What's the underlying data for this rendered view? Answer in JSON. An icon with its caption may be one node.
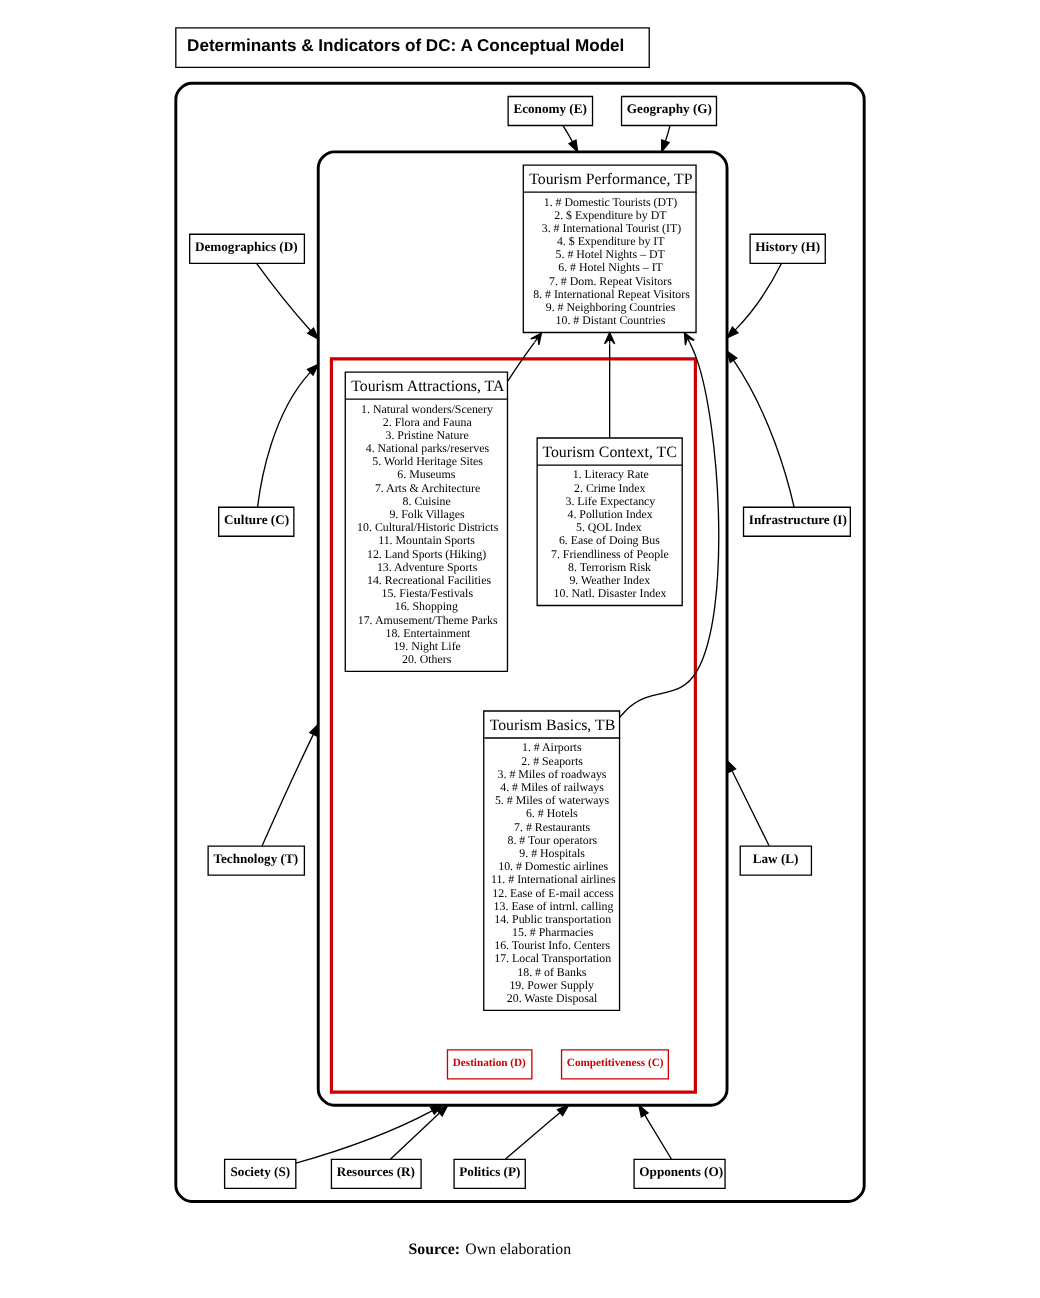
{
  "diagram": {
    "title": "Determinants & Indicators of DC: A Conceptual Model",
    "caption": "**Source:** Own elaboration",
    "nodes": [
      {
        "text": [],
        "shape": "ellipse"
      },
      {
        "text": [
          "Culture (C)"
        ],
        "in": 0
      },
      {
        "text": [
          "Demographics (D)"
        ],
        "in": 0
      },
      {
        "text": [
          "Economy (E)"
        ],
        "in": 0
      },
      {
        "text": [
          "Geography (G)"
        ],
        "in": 0
      },
      {
        "text": [
          "History (H)"
        ],
        "in": 0
      },
      {
        "text": [
          "Infrastructure (I)"
        ],
        "in": 0
      },
      {
        "text": [
          "Law (L)"
        ],
        "in": 0
      },
      {
        "text": [
          "Opponents (O)"
        ],
        "in": 0
      },
      {
        "text": [
          "Politics (P)"
        ],
        "in": 0
      },
      {
        "text": [
          "Resources (R)"
        ],
        "in": 0
      },
      {
        "text": [
          "Society (S)"
        ],
        "in": 0
      },
      {
        "text": [
          "Technology (T)"
        ],
        "in": 0
      },
      {
        "text": [],
        "shape": "ellipse",
        "in": 0
      },
      {
        "text": [
          "Tourism Performance, TP",
          "1. # Domestic Tourists (DT)",
          "2. $ Expenditure by DT",
          "3. # International Tourist (IT)",
          "4. $ Expenditure by IT",
          "5. # Hotel Nights – DT",
          "6. # Hotel Nights – IT",
          "7. # Dom. Repeat Visitors",
          "8. # International Repeat Visitors",
          "9. # Neighboring Countries",
          "10. # Distant Countries"
        ],
        "in": 13
      },
      {
        "text": [],
        "shape": "pentagon",
        "in": 13
      },
      {
        "text": [
          "Tourism Attractions, TA",
          "1. Natural wonders/Scenery",
          "2. Flora and Fauna",
          "3. Pristine Nature",
          "4. National parks/reserves",
          "5. World Heritage Sites",
          "6. Museums",
          "7. Arts & Architecture",
          "8. Cuisine",
          "9. Folk Villages",
          "10. Cultural/Historic Districts",
          "11. Mountain Sports",
          "12. Land Sports (Hiking)",
          "13. Adventure Sports",
          "14. Recreational Facilities",
          "15. Fiesta/Festivals",
          "16. Shopping",
          "17. Amusement/Theme Parks",
          "18. Entertainment",
          "19. Night Life",
          "20. Others"
        ],
        "in": 15
      },
      {
        "text": [
          "Tourism Basics, TB",
          "1. # Airports",
          "2. # Seaports",
          "3. # Miles of roadways",
          "4. # Miles of railways",
          "5. # Miles of waterways",
          "6. # Hotels",
          "7. # Restaurants",
          "8. # Tour operators",
          "9. # Hospitals",
          "10. # Domestic airlines",
          "11. # International airlines",
          "12. Ease of E-mail access",
          "13. Ease of intrnl. calling",
          "14. Public transportation",
          "15. # Pharmacies",
          "16. Tourist Info. Centers",
          "17. Local Transportation",
          "18. # of Banks",
          "19. Power Supply",
          "20. Waste Disposal"
        ],
        "in": 15
      },
      {
        "text": [
          "Tourism Context, TC",
          "1. Literacy Rate",
          "2. Crime Index",
          "3. Life Expectancy",
          "4. Pollution Index",
          "5. QOL Index",
          "6. Ease of Doing Bus",
          "7. Friendliness of People",
          "8. Terrorism Risk",
          "9. Weather Index",
          "10. Natl. Disaster Index"
        ],
        "in": 15
      },
      {
        "text": [
          "Destination (D)"
        ],
        "in": 15
      },
      {
        "text": [
          "Competitiveness (C)"
        ],
        "in": 15
      }
    ],
    "edges": [
      {
        "from": 1,
        "to": 13,
        "arrow": "to"
      },
      {
        "from": 2,
        "to": 13,
        "arrow": "to"
      },
      {
        "from": 3,
        "to": 13,
        "arrow": "to"
      },
      {
        "from": 4,
        "to": 13,
        "arrow": "to"
      },
      {
        "from": 5,
        "to": 13,
        "arrow": "to"
      },
      {
        "from": 6,
        "to": 13,
        "arrow": "to"
      },
      {
        "from": 7,
        "to": 13,
        "arrow": "to"
      },
      {
        "from": 8,
        "to": 13,
        "arrow": "to"
      },
      {
        "from": 9,
        "to": 13,
        "arrow": "to"
      },
      {
        "from": 10,
        "to": 13,
        "arrow": "to"
      },
      {
        "from": 11,
        "to": 13,
        "arrow": "to"
      },
      {
        "from": 12,
        "to": 13,
        "arrow": "to"
      },
      {
        "from": 16,
        "to": 14,
        "arrow": "to"
      },
      {
        "from": 17,
        "to": 14,
        "arrow": "to"
      },
      {
        "from": 18,
        "to": 14,
        "arrow": "to"
      }
    ]
  }
}
